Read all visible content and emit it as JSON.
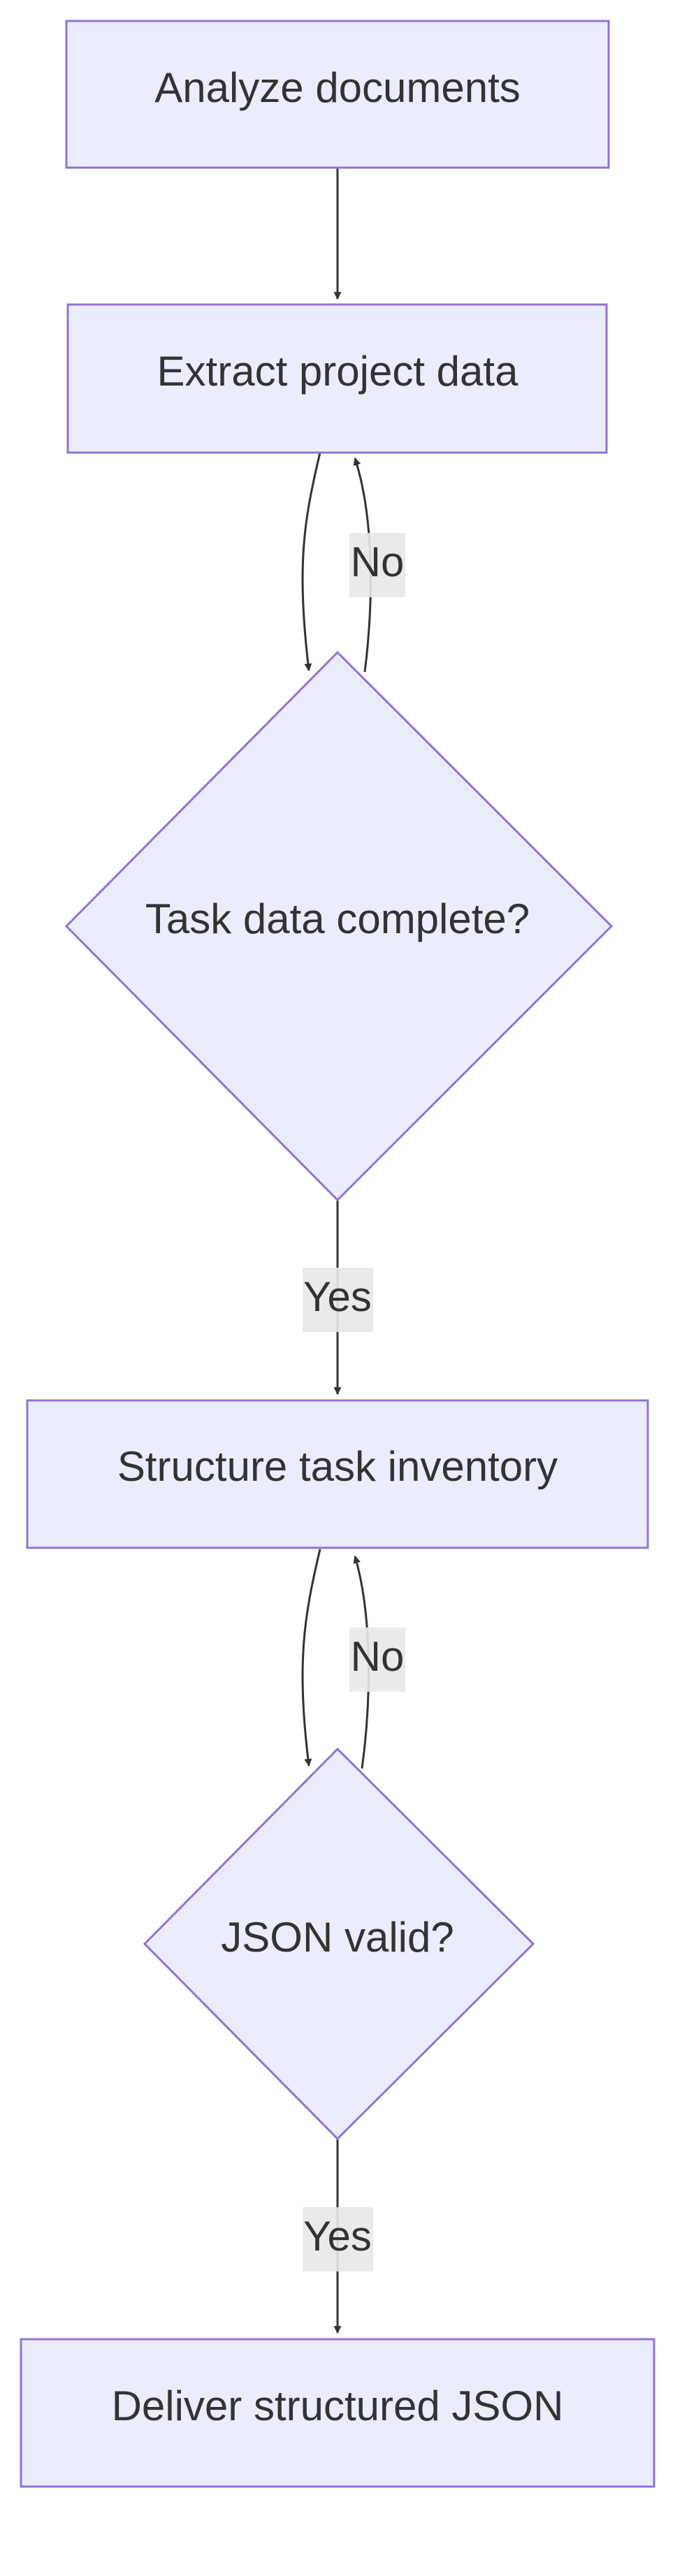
{
  "nodes": {
    "analyze": "Analyze documents",
    "extract": "Extract project data",
    "task_complete": "Task data complete?",
    "structure": "Structure task inventory",
    "json_valid": "JSON valid?",
    "deliver": "Deliver structured JSON"
  },
  "edges": {
    "extract_to_task": "",
    "task_no": "No",
    "task_yes": "Yes",
    "structure_to_json": "",
    "json_no": "No",
    "json_yes": "Yes"
  },
  "colors": {
    "node_fill": "#ECECFF",
    "node_stroke": "#9370DB",
    "edge_stroke": "#333333",
    "label_bg": "#E8E8E8",
    "text": "#333333"
  }
}
